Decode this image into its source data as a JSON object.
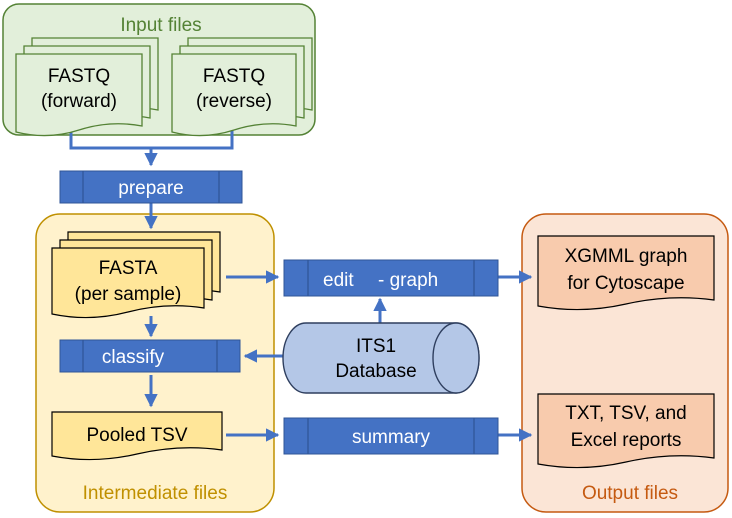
{
  "groups": {
    "input": "Input files",
    "intermediate": "Intermediate files",
    "output": "Output files"
  },
  "files": {
    "fastq_forward": [
      "FASTQ",
      "(forward)"
    ],
    "fastq_reverse": [
      "FASTQ",
      "(reverse)"
    ],
    "fasta": [
      "FASTA",
      "(per sample)"
    ],
    "pooled_tsv": "Pooled TSV",
    "xgmml": [
      "XGMML graph",
      "for Cytoscape"
    ],
    "reports": [
      "TXT, TSV, and",
      "Excel reports"
    ]
  },
  "processes": {
    "prepare": "prepare",
    "edit_graph_left": "edit",
    "edit_graph_right": "- graph",
    "classify": "classify",
    "summary": "summary"
  },
  "database": [
    "ITS1",
    "Database"
  ],
  "colors": {
    "input_fill": "#e2efda",
    "input_stroke": "#548235",
    "input_title": "#548235",
    "intermediate_fill": "#fff2cc",
    "intermediate_stroke": "#bf9000",
    "intermediate_title": "#c09000",
    "output_fill": "#fbe5d6",
    "output_stroke": "#c55a11",
    "output_title": "#c55a11",
    "process_fill": "#4472c4",
    "process_stroke": "#2f5597",
    "arrow": "#4472c4",
    "db_fill": "#b4c7e7",
    "db_stroke": "#2f3f5f"
  }
}
